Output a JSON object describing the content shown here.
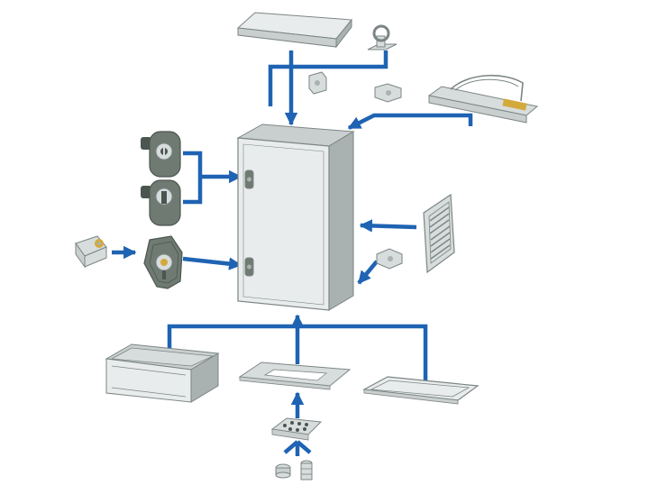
{
  "colors": {
    "arrow": "#1f63b3",
    "housing": "#e9ecec",
    "housing_side": "#c9cfcf",
    "housing_dark": "#a9b1b1",
    "edge": "#7c8585",
    "handle": "#6f7a72",
    "handle_dark": "#4c5650",
    "metal": "#d7dcdc",
    "brass": "#d4a93c",
    "background": "#ffffff"
  },
  "diagram": {
    "main_unit": {
      "icon": "enclosure-cabinet-icon"
    },
    "parts": [
      {
        "id": "roof-canopy",
        "icon": "roof-canopy-icon"
      },
      {
        "id": "lifting-eye",
        "icon": "lifting-eye-icon"
      },
      {
        "id": "wall-bracket-left",
        "icon": "wall-bracket-icon"
      },
      {
        "id": "wall-bracket-right",
        "icon": "wall-bracket-icon"
      },
      {
        "id": "mounting-rail",
        "icon": "mounting-rail-icon"
      },
      {
        "id": "handle-key",
        "icon": "quarter-turn-lock-icon"
      },
      {
        "id": "handle-lever",
        "icon": "lever-handle-icon"
      },
      {
        "id": "profile-cylinder",
        "icon": "profile-cylinder-icon"
      },
      {
        "id": "handle-cylinder",
        "icon": "cylinder-handle-icon"
      },
      {
        "id": "louvre-vent",
        "icon": "louvre-vent-icon"
      },
      {
        "id": "wall-bracket-lower",
        "icon": "wall-bracket-icon"
      },
      {
        "id": "plinth-base",
        "icon": "plinth-base-icon"
      },
      {
        "id": "gland-plate-frame",
        "icon": "gland-plate-icon"
      },
      {
        "id": "gland-plate-solid",
        "icon": "gland-plate-icon"
      },
      {
        "id": "cable-entry-insert",
        "icon": "cable-entry-icon"
      },
      {
        "id": "cable-glands",
        "icon": "cable-gland-icon"
      }
    ]
  }
}
